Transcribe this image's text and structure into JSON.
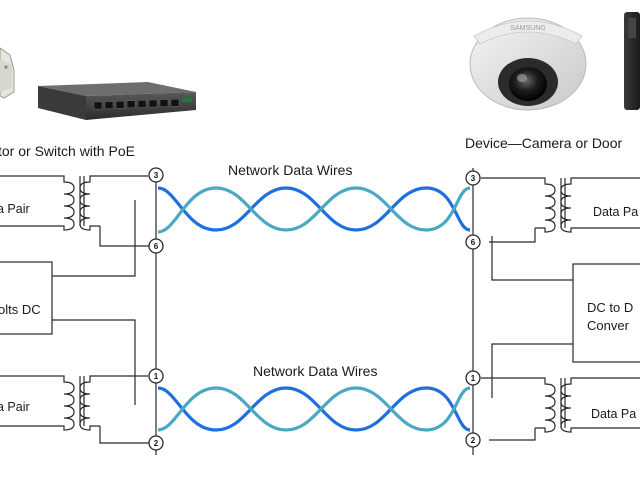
{
  "source_label": "tor or Switch with PoE",
  "device_label": "Device—Camera or Door",
  "wires_top_label": "Network Data Wires",
  "wires_bottom_label": "Network Data Wires",
  "left": {
    "top_pair_label": "a Pair",
    "power_label": "olts DC",
    "bottom_pair_label": "a Pair"
  },
  "right": {
    "top_pair_label": "Data Pa",
    "converter_line1": "DC to D",
    "converter_line2": "Conver",
    "bottom_pair_label": "Data Pa"
  },
  "pins": {
    "top_a": "3",
    "top_b": "6",
    "bottom_a": "1",
    "bottom_b": "2"
  },
  "colors": {
    "wire_blue": "#1f6fe0",
    "wire_teal": "#4aa8c4",
    "line": "#2a2a2a"
  },
  "icons": [
    "poe-injector-icon",
    "network-switch-icon",
    "dome-camera-icon",
    "door-reader-icon"
  ]
}
